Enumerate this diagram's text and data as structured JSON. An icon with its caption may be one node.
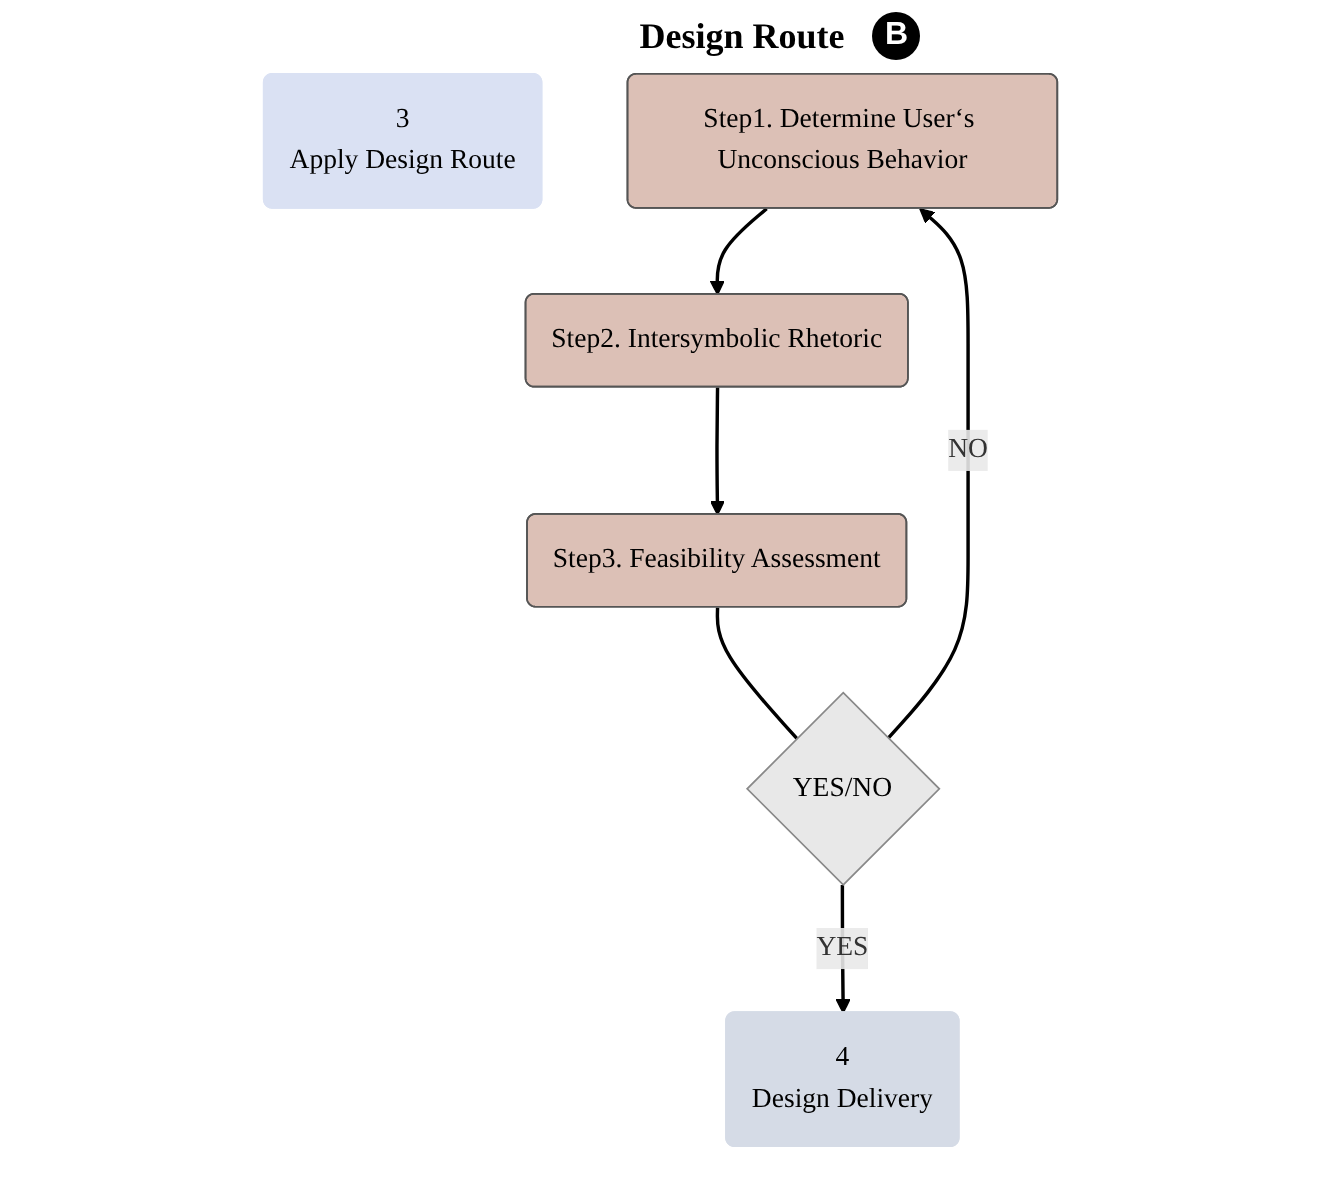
{
  "diagram": {
    "title": "Design Route",
    "nodes": [
      {
        "text": [
          "3",
          "Apply Design Route"
        ]
      },
      {
        "text": [
          "Step1. Determine User‘s Unconscious Behavior"
        ]
      },
      {
        "text": [
          "Step2. Intersymbolic Rhetoric"
        ]
      },
      {
        "text": [
          "Step3. Feasibility Assessment"
        ]
      },
      {
        "text": [
          "YES/NO"
        ]
      },
      {
        "text": [
          "4",
          "Design Delivery"
        ]
      }
    ],
    "edges": [
      {
        "from": 1,
        "to": 2,
        "arrow": "to"
      },
      {
        "from": 2,
        "to": 3,
        "arrow": "to"
      },
      {
        "from": 3,
        "to": 4,
        "arrow": "none"
      },
      {
        "from": 4,
        "to": 1,
        "arrow": "to",
        "label": "NO"
      },
      {
        "from": 4,
        "to": 5,
        "arrow": "to",
        "label": "YES"
      }
    ],
    "labels": [
      "B"
    ]
  }
}
